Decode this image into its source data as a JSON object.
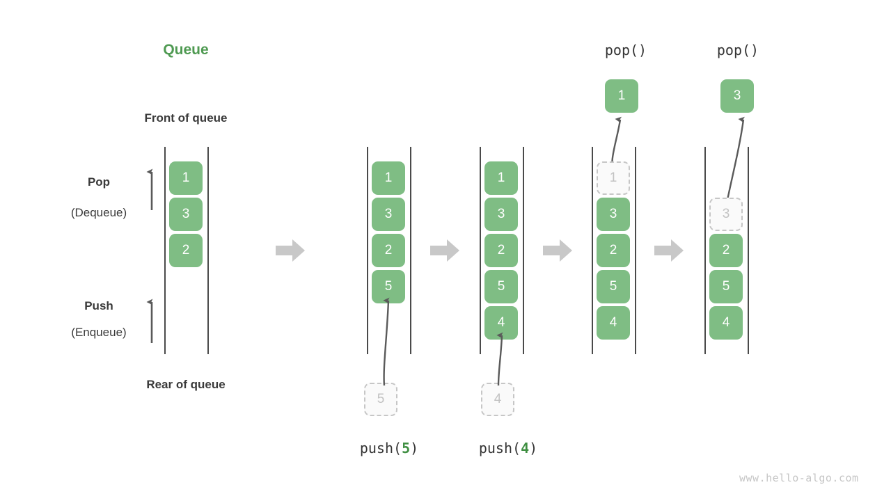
{
  "diagram": {
    "title": "Queue",
    "title_color": "#4f9a52",
    "box_color": "#7fbd84",
    "ghost_color": "#c2c2c2",
    "arrow_color": "#c8c8c8",
    "rail_color": "#4a4a4a",
    "watermark": "www.hello-algo.com"
  },
  "labels": {
    "front_of_queue": "Front of queue",
    "rear_of_queue": "Rear of queue",
    "pop_title": "Pop",
    "pop_sub": "(Dequeue)",
    "push_title": "Push",
    "push_sub": "(Enqueue)"
  },
  "steps": [
    {
      "id": "initial",
      "caption_prefix": "",
      "caption_arg": "",
      "caption_suffix": "",
      "header": "",
      "items": [
        {
          "value": "1",
          "state": "filled"
        },
        {
          "value": "3",
          "state": "filled"
        },
        {
          "value": "2",
          "state": "filled"
        }
      ],
      "incoming": null,
      "popped": null
    },
    {
      "id": "push-5",
      "caption_prefix": "push(",
      "caption_arg": "5",
      "caption_suffix": ")",
      "header": "",
      "items": [
        {
          "value": "1",
          "state": "filled"
        },
        {
          "value": "3",
          "state": "filled"
        },
        {
          "value": "2",
          "state": "filled"
        },
        {
          "value": "5",
          "state": "filled"
        }
      ],
      "incoming": {
        "value": "5",
        "state": "ghost"
      },
      "popped": null
    },
    {
      "id": "push-4",
      "caption_prefix": "push(",
      "caption_arg": "4",
      "caption_suffix": ")",
      "header": "",
      "items": [
        {
          "value": "1",
          "state": "filled"
        },
        {
          "value": "3",
          "state": "filled"
        },
        {
          "value": "2",
          "state": "filled"
        },
        {
          "value": "5",
          "state": "filled"
        },
        {
          "value": "4",
          "state": "filled"
        }
      ],
      "incoming": {
        "value": "4",
        "state": "ghost"
      },
      "popped": null
    },
    {
      "id": "pop-1",
      "caption_prefix": "",
      "caption_arg": "",
      "caption_suffix": "",
      "header": "pop()",
      "items": [
        {
          "value": "1",
          "state": "ghost"
        },
        {
          "value": "3",
          "state": "filled"
        },
        {
          "value": "2",
          "state": "filled"
        },
        {
          "value": "5",
          "state": "filled"
        },
        {
          "value": "4",
          "state": "filled"
        }
      ],
      "incoming": null,
      "popped": {
        "value": "1",
        "state": "filled"
      }
    },
    {
      "id": "pop-3",
      "caption_prefix": "",
      "caption_arg": "",
      "caption_suffix": "",
      "header": "pop()",
      "items": [
        {
          "value": "",
          "state": "empty"
        },
        {
          "value": "3",
          "state": "ghost"
        },
        {
          "value": "2",
          "state": "filled"
        },
        {
          "value": "5",
          "state": "filled"
        },
        {
          "value": "4",
          "state": "filled"
        }
      ],
      "incoming": null,
      "popped": {
        "value": "3",
        "state": "filled"
      }
    }
  ]
}
